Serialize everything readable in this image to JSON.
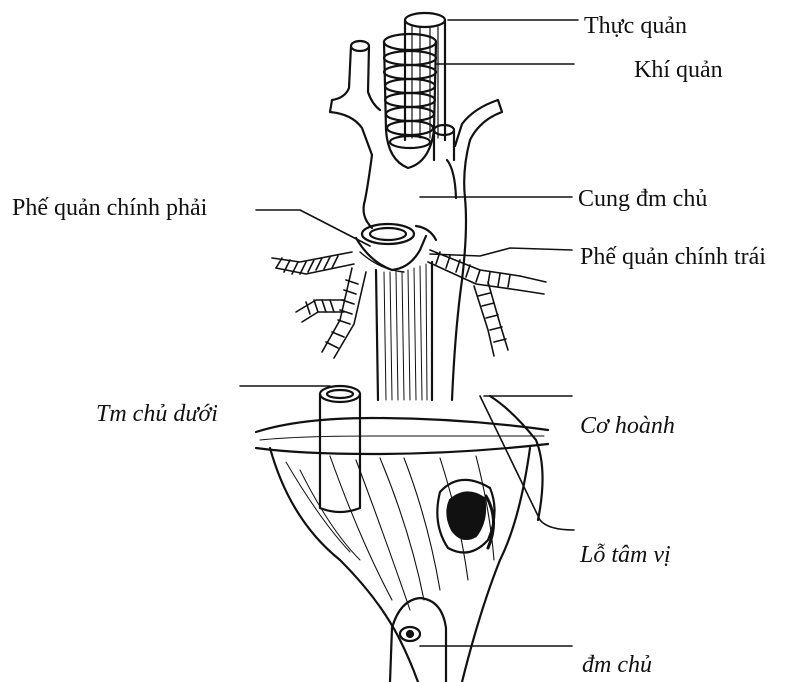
{
  "labels": {
    "thuc_quan": "Thực quản",
    "khi_quan": "Khí quản",
    "cung_dm_chu": "Cung đm chủ",
    "phe_quan_chinh_phai": "Phế quản chính phải",
    "phe_quan_chinh_trai": "Phế quản chính trái",
    "tm_chu_duoi": "Tm chủ dưới",
    "co_hoanh": "Cơ hoành",
    "lo_tam_vi": "Lỗ tâm vị",
    "dm_chu": "đm chủ"
  },
  "colors": {
    "ink": "#111111",
    "paper": "#ffffff"
  }
}
